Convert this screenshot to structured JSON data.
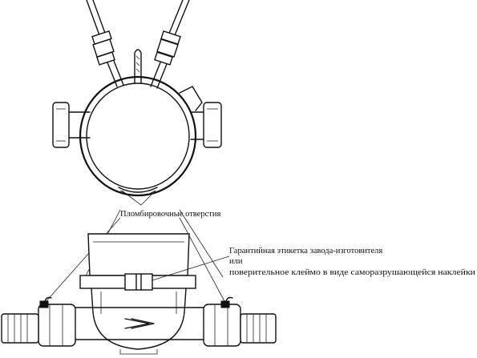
{
  "labels": {
    "sealing_holes": "Пломбировочные отверстия",
    "warranty_label": "Гарантийная этикетка завода-изготовителя",
    "or_word": "или",
    "verification_mark": "поверительное клеймо в виде саморазрушающейся наклейки"
  }
}
